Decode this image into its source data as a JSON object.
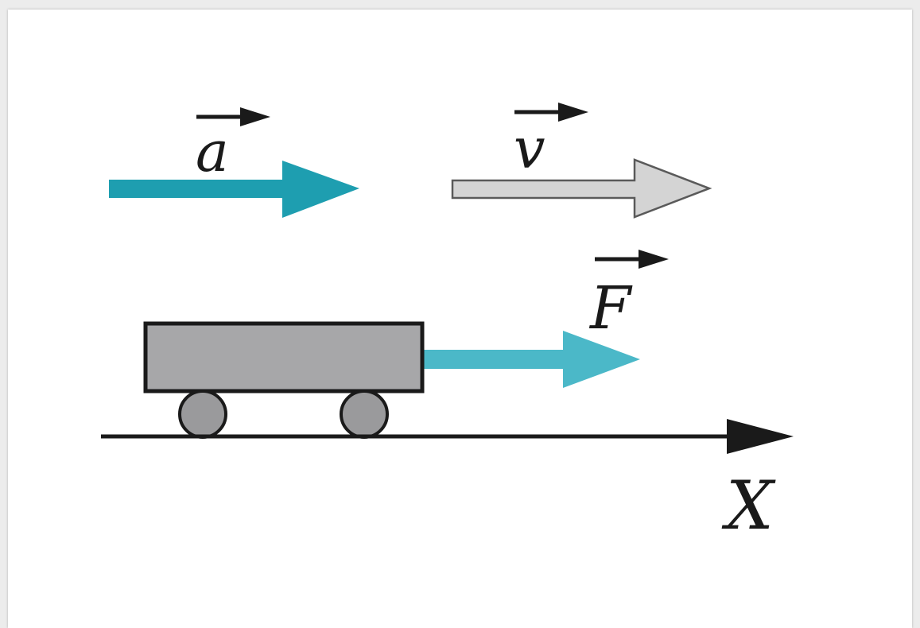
{
  "labels": {
    "acceleration": "a",
    "velocity": "v",
    "force": "F",
    "axis": "X"
  },
  "colors": {
    "acceleration_arrow": "#1e9eb0",
    "velocity_arrow": "#d4d4d4",
    "force_arrow": "#4bb8c8",
    "cart_body": "#a7a7a9",
    "wheel": "#9a9a9c",
    "outline": "#1a1a1a"
  }
}
